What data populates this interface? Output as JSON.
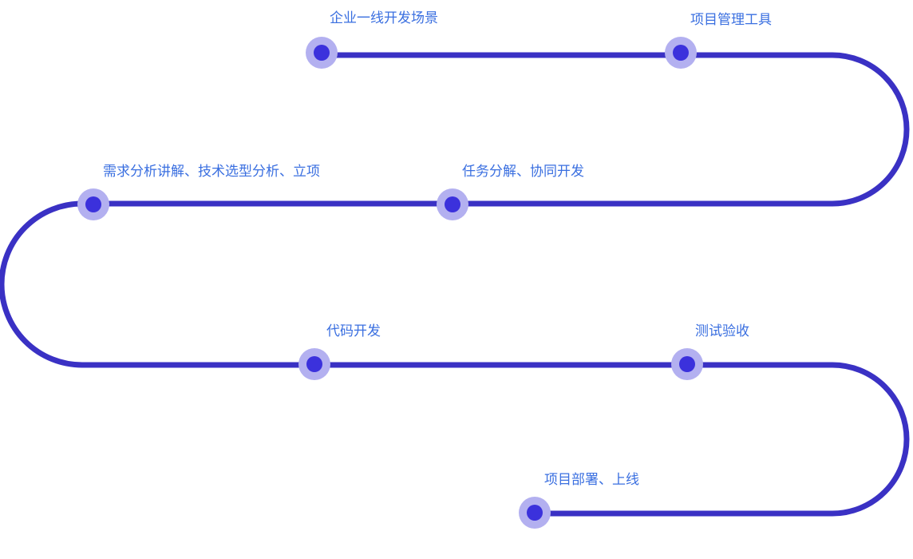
{
  "diagram": {
    "colors": {
      "path": "#3a31c4",
      "node": "#3b31dc",
      "halo": "#b3b0f0",
      "label": "#3a6fe0",
      "background": "#ffffff"
    },
    "steps": [
      {
        "label": "企业一线开发场景"
      },
      {
        "label": "项目管理工具"
      },
      {
        "label": "需求分析讲解、技术选型分析、立项"
      },
      {
        "label": "任务分解、协同开发"
      },
      {
        "label": "代码开发"
      },
      {
        "label": "测试验收"
      },
      {
        "label": "项目部署、上线"
      }
    ]
  }
}
